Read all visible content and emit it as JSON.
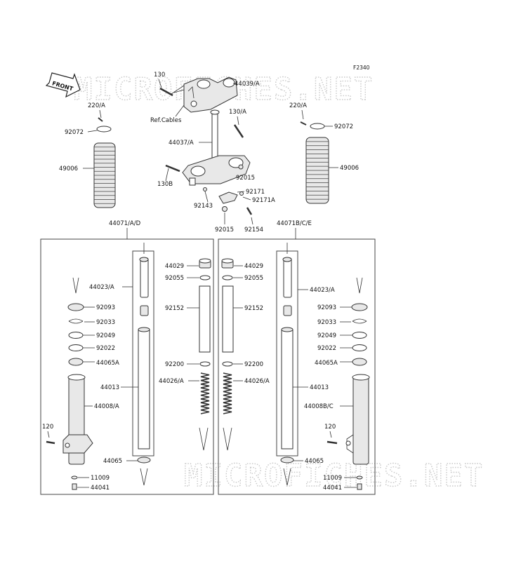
{
  "diagram_code": "F2340",
  "watermark": "MICROFICHES.NET",
  "front_arrow": "FRONT",
  "ref_cables": "Ref.Cables",
  "upper": {
    "p130": "130",
    "p44039A": "44039/A",
    "p130A": "130/A",
    "p44037A": "44037/A",
    "p130B": "130B",
    "p92015a": "92015",
    "p92171": "92171",
    "p92171A": "92171A",
    "p92143": "92143",
    "p92015b": "92015",
    "p92154": "92154",
    "p220A_left": "220/A",
    "p92072_left": "92072",
    "p49006_left": "49006",
    "p220A_right": "220/A",
    "p92072_right": "92072",
    "p49006_right": "49006"
  },
  "left_box": {
    "title": "44071/A/D",
    "p44023A": "44023/A",
    "p92093": "92093",
    "p92033": "92033",
    "p92049": "92049",
    "p92022": "92022",
    "p44065A": "44065A",
    "p44013": "44013",
    "p44008A": "44008/A",
    "p120": "120",
    "p44065": "44065",
    "p11009": "11009",
    "p44041": "44041"
  },
  "center": {
    "p44029_l": "44029",
    "p44029_r": "44029",
    "p92055_l": "92055",
    "p92055_r": "92055",
    "p92152_l": "92152",
    "p92152_r": "92152",
    "p92200_l": "92200",
    "p92200_r": "92200",
    "p44026A_l": "44026/A",
    "p44026A_r": "44026/A"
  },
  "right_box": {
    "title": "44071B/C/E",
    "p44023A": "44023/A",
    "p92093": "92093",
    "p92033": "92033",
    "p92049": "92049",
    "p92022": "92022",
    "p44065A": "44065A",
    "p44013": "44013",
    "p44008BC": "44008B/C",
    "p120": "120",
    "p44065": "44065",
    "p11009": "11009",
    "p44041": "44041"
  }
}
